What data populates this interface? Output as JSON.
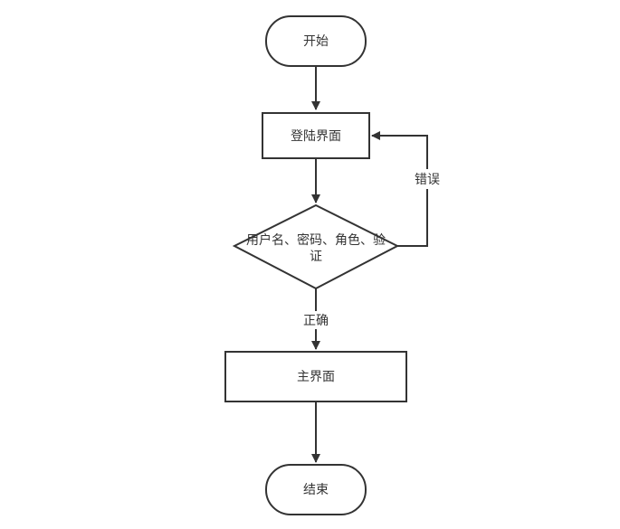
{
  "flowchart": {
    "nodes": {
      "start": {
        "label": "开始",
        "shape": "terminator"
      },
      "login": {
        "label": "登陆界面",
        "shape": "process"
      },
      "verify": {
        "label_line1": "用户名、密码、角色、验",
        "label_line2": "证",
        "shape": "decision"
      },
      "main": {
        "label": "主界面",
        "shape": "process"
      },
      "end": {
        "label": "结束",
        "shape": "terminator"
      }
    },
    "edges": {
      "start_to_login": {
        "from": "start",
        "to": "login"
      },
      "login_to_verify": {
        "from": "login",
        "to": "verify"
      },
      "verify_to_main": {
        "from": "verify",
        "to": "main",
        "label": "正确"
      },
      "verify_to_login": {
        "from": "verify",
        "to": "login",
        "label": "错误"
      },
      "main_to_end": {
        "from": "main",
        "to": "end"
      }
    }
  },
  "colors": {
    "stroke": "#333333",
    "fill": "#ffffff",
    "text": "#333333"
  }
}
